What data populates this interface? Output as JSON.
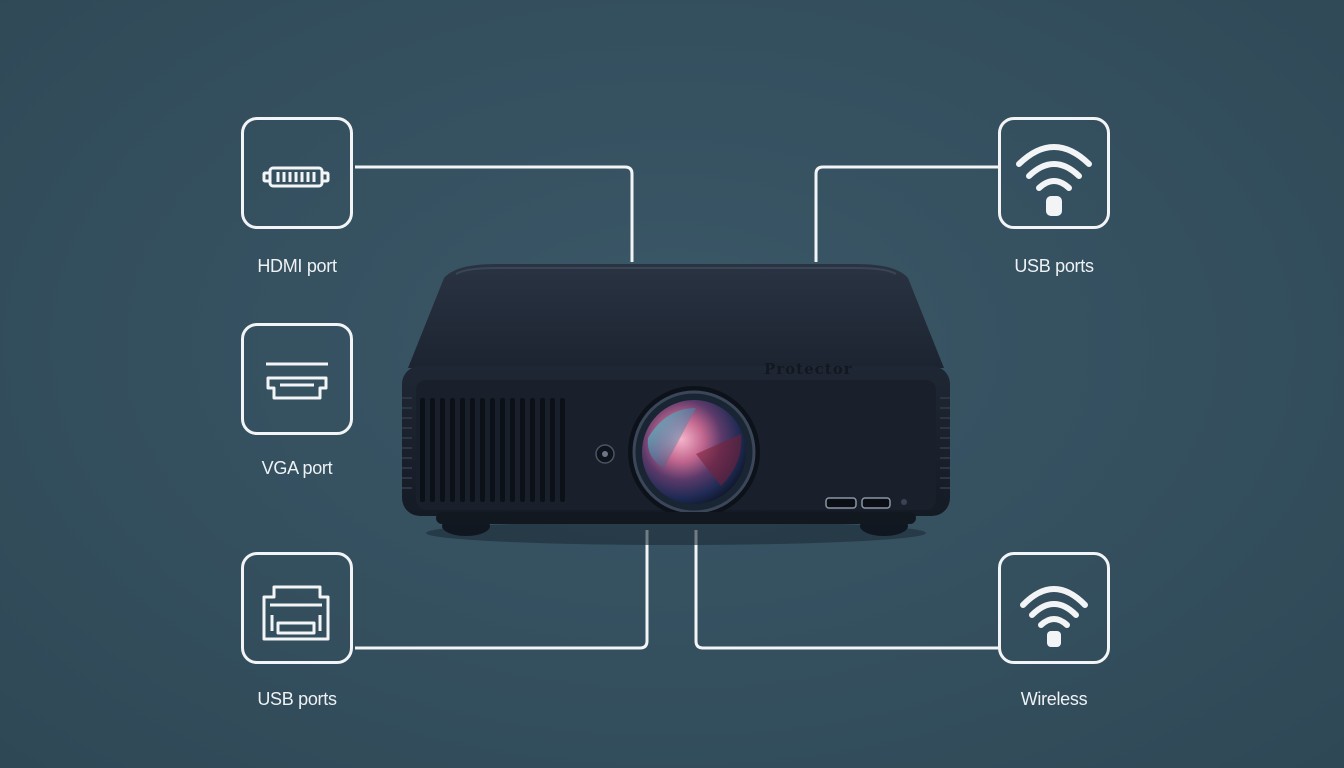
{
  "diagram": {
    "product": {
      "brand_text": "Protector"
    },
    "left_items": [
      {
        "label": "HDMI port",
        "icon": "hdmi-connector-icon"
      },
      {
        "label": "VGA port",
        "icon": "vga-connector-icon"
      },
      {
        "label": "USB ports",
        "icon": "usb-port-icon"
      }
    ],
    "right_items": [
      {
        "label": "USB ports",
        "icon": "wifi-icon"
      },
      {
        "label": "Wireless",
        "icon": "wifi-icon"
      }
    ],
    "colors": {
      "background": "#34505f",
      "line": "#f2f4f5",
      "projector_body": "#1d2531"
    }
  }
}
